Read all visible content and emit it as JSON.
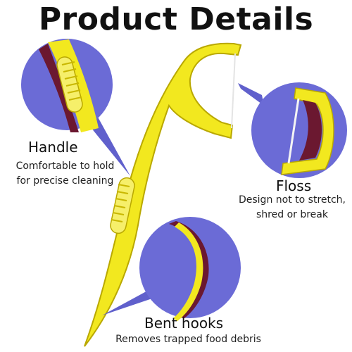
{
  "title": "Product Details",
  "callouts": {
    "handle": {
      "label": "Handle",
      "desc1": "Comfortable to hold",
      "desc2": "for precise cleaning"
    },
    "floss": {
      "label": "Floss",
      "desc1": "Design not to stretch,",
      "desc2": "shred or break"
    },
    "hook": {
      "label": "Bent hooks",
      "desc1": "Removes trapped food debris"
    }
  },
  "colors": {
    "pick_yellow": "#f2e81f",
    "pick_edge": "#b9a800",
    "circle_purple": "#6b6bd6",
    "pointer_purple": "#6060cc",
    "shadow_maroon": "#6b1830",
    "text": "#111111"
  }
}
